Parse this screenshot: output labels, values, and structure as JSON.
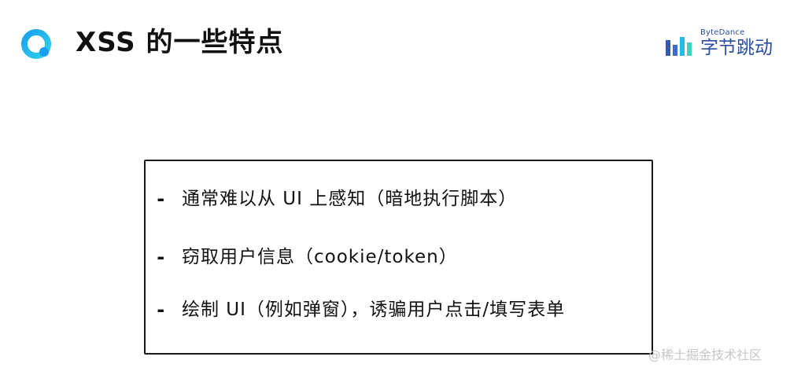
{
  "header": {
    "title": "XSS 的一些特点",
    "logo_icon": "q-ring-logo-icon",
    "logo_colors": [
      "#1aa0f2",
      "#2ed3e6"
    ]
  },
  "brand": {
    "name_en": "ByteDance",
    "name_cn": "字节跳动",
    "color": "#2b4ea0",
    "icon": "bytedance-logo-icon"
  },
  "content": {
    "bullet_marker": "-",
    "bullets": [
      "通常难以从 UI 上感知（暗地执行脚本）",
      "窃取用户信息（cookie/token）",
      "绘制 UI（例如弹窗），诱骗用户点击/填写表单"
    ]
  },
  "watermark": {
    "text": "@稀土掘金技术社区"
  }
}
